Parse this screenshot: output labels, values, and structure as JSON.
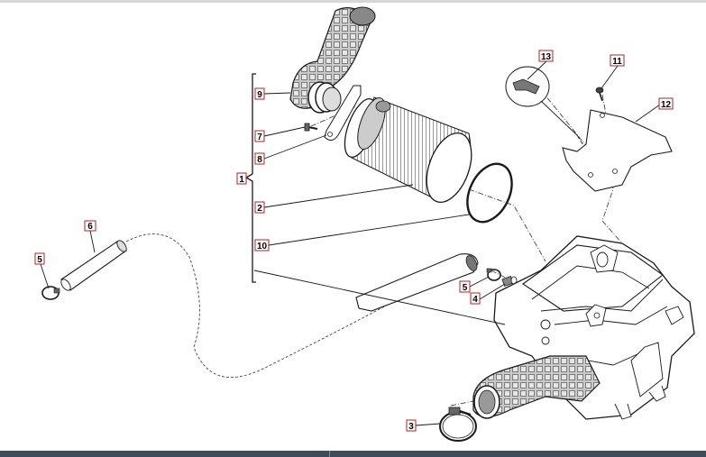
{
  "diagram": {
    "callouts": [
      {
        "id": "c1",
        "label": "1"
      },
      {
        "id": "c2",
        "label": "2"
      },
      {
        "id": "c3",
        "label": "3"
      },
      {
        "id": "c4",
        "label": "4"
      },
      {
        "id": "c5a",
        "label": "5"
      },
      {
        "id": "c5b",
        "label": "5"
      },
      {
        "id": "c6",
        "label": "6"
      },
      {
        "id": "c7",
        "label": "7"
      },
      {
        "id": "c8",
        "label": "8"
      },
      {
        "id": "c9",
        "label": "9"
      },
      {
        "id": "c10",
        "label": "10"
      },
      {
        "id": "c11",
        "label": "11"
      },
      {
        "id": "c12",
        "label": "12"
      },
      {
        "id": "c13",
        "label": "13"
      }
    ],
    "colors": {
      "line": "#1a1a1a",
      "callout_border": "#b22222",
      "footer": "#3f4c58"
    }
  }
}
